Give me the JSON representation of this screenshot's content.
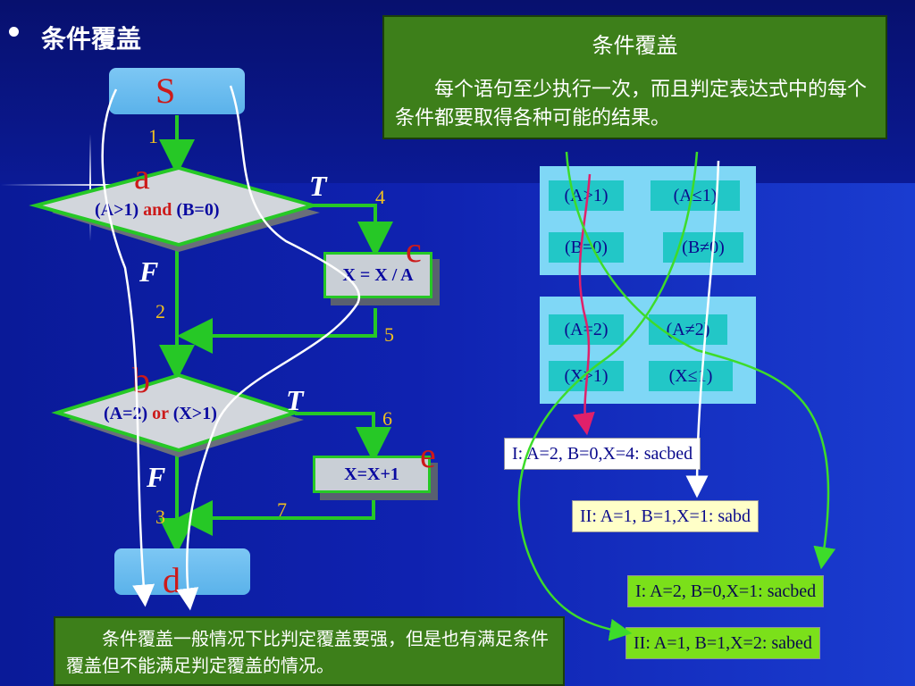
{
  "slide": {
    "bullet_title": "条件覆盖",
    "definition": {
      "title": "条件覆盖",
      "text": "每个语句至少执行一次，而且判定表达式中的每个条件都要取得各种可能的结果。"
    },
    "note": "条件覆盖一般情况下比判定覆盖要强，但是也有满足条件覆盖但不能满足判定覆盖的情况。"
  },
  "flowchart": {
    "start_label": "S",
    "end_label": "d",
    "decision_a": {
      "letter": "a",
      "cond_left": "(A>1)",
      "op": "and",
      "cond_right": "(B=0)"
    },
    "decision_b": {
      "letter": "b",
      "cond_left": "(A=2)",
      "op": "or",
      "cond_right": "(X>1)"
    },
    "process_c": {
      "letter": "c",
      "text": "X = X / A"
    },
    "process_e": {
      "letter": "e",
      "text": "X=X+1"
    },
    "path_numbers": [
      "1",
      "2",
      "3",
      "4",
      "5",
      "6",
      "7"
    ],
    "true_label": "T",
    "false_label": "F"
  },
  "conditions": {
    "panel1": [
      "(A>1)",
      "(A≤1)",
      "(B=0)",
      "(B≠0)"
    ],
    "panel2": [
      "(A=2)",
      "(A≠2)",
      "(X>1)",
      "(X≤1)"
    ]
  },
  "cases": [
    {
      "text": "I: A=2, B=0,X=4: sacbed",
      "style": "white"
    },
    {
      "text": "II: A=1, B=1,X=1: sabd",
      "style": "yellow"
    },
    {
      "text": "I: A=2, B=0,X=1: sacbed",
      "style": "green"
    },
    {
      "text": "II: A=1, B=1,X=2: sabed",
      "style": "green"
    }
  ],
  "colors": {
    "background": "#0c1a9a",
    "green_box": "#3d7f1a",
    "flow_line": "#26c826",
    "node_fill": "#6ab9ee",
    "node_letter": "#cc1a1a",
    "path_number": "#f0c020",
    "panel": "#7fd7f6",
    "chip": "#22c7c7",
    "trace_white": "#ffffff",
    "trace_pink": "#e0206a",
    "trace_green": "#3ddc2a"
  }
}
